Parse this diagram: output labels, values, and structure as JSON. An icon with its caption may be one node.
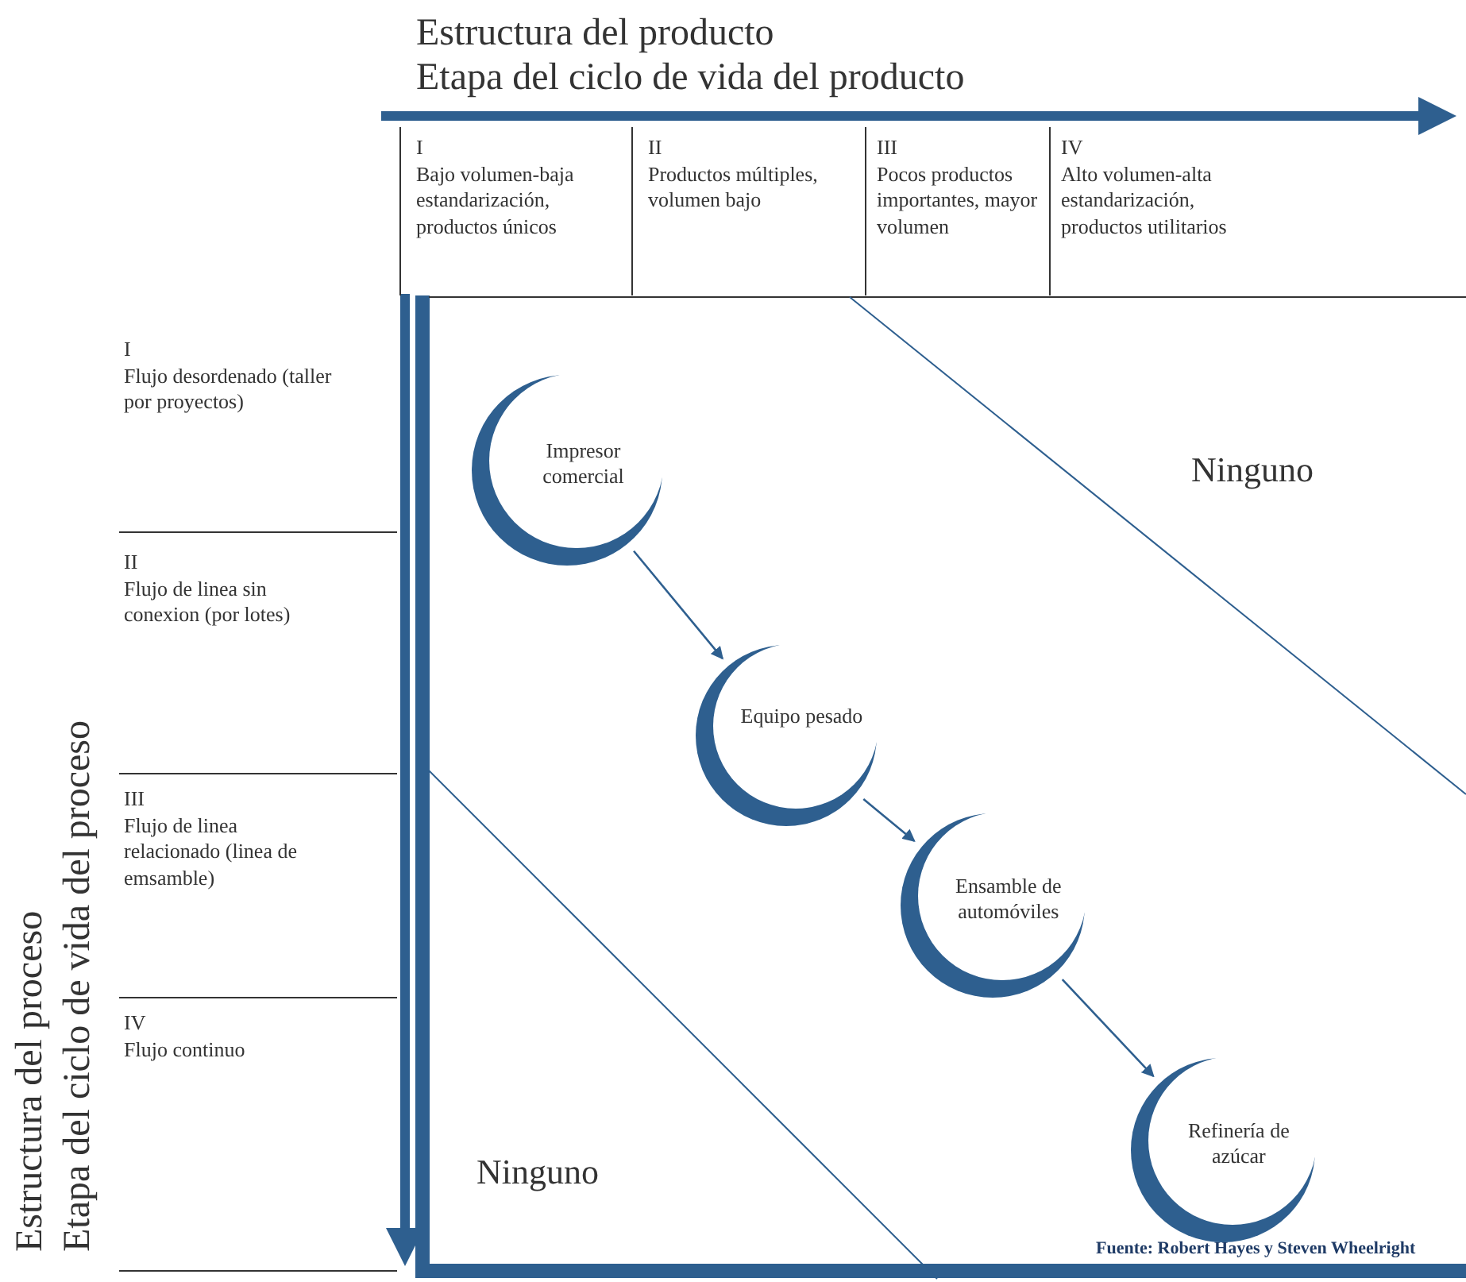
{
  "diagram": {
    "nodes": [
      {
        "text": [
          "Impresor comercial"
        ]
      },
      {
        "text": [
          "Equipo pesado"
        ]
      },
      {
        "text": [
          "Ensamble de automóviles"
        ]
      },
      {
        "text": [
          "Refinería de azúcar"
        ]
      }
    ],
    "edges": [
      {
        "from": 0,
        "to": 1,
        "arrow": "to"
      },
      {
        "from": 1,
        "to": 2,
        "arrow": "to"
      },
      {
        "from": 2,
        "to": 3,
        "arrow": "to"
      }
    ],
    "labels": [
      "Estructura del producto",
      "Etapa del ciclo de vida del producto",
      "I",
      "Bajo volumen-baja estandarización, productos únicos",
      "II",
      "Productos múltiples, volumen bajo",
      "III",
      "Pocos productos importantes, mayor volumen",
      "IV",
      "Alto volumen-alta estandarización, productos utilitarios",
      "Estructura del proceso",
      "Etapa del ciclo de vida del proceso",
      "I",
      "Flujo desordenado (taller por proyectos)",
      "II",
      "Flujo de linea sin conexion (por lotes)",
      "III",
      "Flujo de linea relacionado (linea de emsamble)",
      "IV",
      "Flujo continuo",
      "Ninguno",
      "Ninguno",
      "Fuente: Robert Hayes y Steven Wheelright"
    ]
  }
}
